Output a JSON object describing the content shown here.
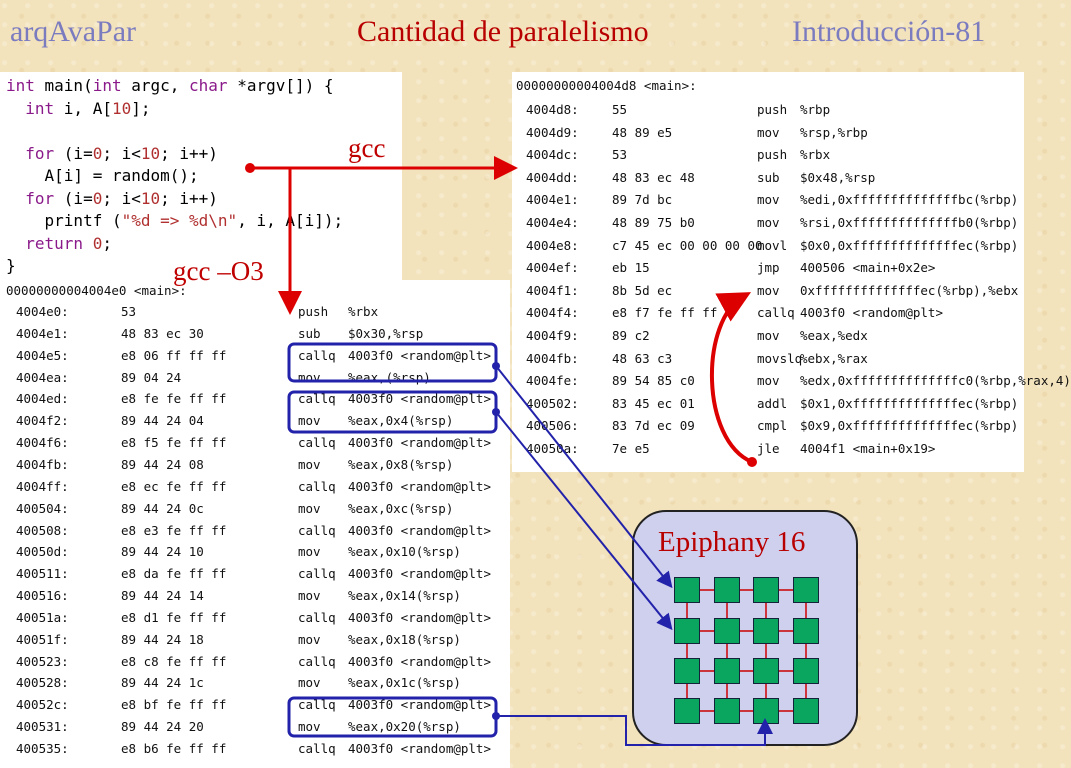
{
  "header": {
    "left": "arqAvaPar",
    "center": "Cantidad de paralelismo",
    "right": "Introducción-81"
  },
  "source_code": [
    [
      [
        "int ",
        "kw"
      ],
      [
        "main(",
        ""
      ],
      [
        "int ",
        "kw"
      ],
      [
        "argc, ",
        ""
      ],
      [
        "char ",
        "kw"
      ],
      [
        "*argv[]) {",
        ""
      ]
    ],
    [
      [
        "  ",
        ""
      ],
      [
        "int ",
        "kw"
      ],
      [
        "i, A[",
        ""
      ],
      [
        "10",
        "num"
      ],
      [
        "];",
        ""
      ]
    ],
    [
      [
        "",
        ""
      ]
    ],
    [
      [
        "  ",
        ""
      ],
      [
        "for ",
        "kw"
      ],
      [
        "(i=",
        ""
      ],
      [
        "0",
        "num"
      ],
      [
        "; i<",
        ""
      ],
      [
        "10",
        "num"
      ],
      [
        "; i++)",
        ""
      ]
    ],
    [
      [
        "    A[i] = random();",
        ""
      ]
    ],
    [
      [
        "  ",
        ""
      ],
      [
        "for ",
        "kw"
      ],
      [
        "(i=",
        ""
      ],
      [
        "0",
        "num"
      ],
      [
        "; i<",
        ""
      ],
      [
        "10",
        "num"
      ],
      [
        "; i++)",
        ""
      ]
    ],
    [
      [
        "    printf (",
        ""
      ],
      [
        "\"%d => %d\\n\"",
        "num"
      ],
      [
        ", i, A[i]);",
        ""
      ]
    ],
    [
      [
        "  ",
        ""
      ],
      [
        "return ",
        "kw"
      ],
      [
        "0",
        "num"
      ],
      [
        ";",
        ""
      ]
    ],
    [
      [
        "}",
        ""
      ]
    ]
  ],
  "labels": {
    "gcc": "gcc",
    "gcc_o3": "gcc –O3",
    "epiphany": "Epiphany 16"
  },
  "asm_o3": {
    "title": "00000000004004e0 <main>:",
    "rows": [
      [
        "4004e0:",
        "53",
        "push",
        "%rbx"
      ],
      [
        "4004e1:",
        "48 83 ec 30",
        "sub",
        "$0x30,%rsp"
      ],
      [
        "4004e5:",
        "e8 06 ff ff ff",
        "callq",
        "4003f0 <random@plt>"
      ],
      [
        "4004ea:",
        "89 04 24",
        "mov",
        "%eax,(%rsp)"
      ],
      [
        "4004ed:",
        "e8 fe fe ff ff",
        "callq",
        "4003f0 <random@plt>"
      ],
      [
        "4004f2:",
        "89 44 24 04",
        "mov",
        "%eax,0x4(%rsp)"
      ],
      [
        "4004f6:",
        "e8 f5 fe ff ff",
        "callq",
        "4003f0 <random@plt>"
      ],
      [
        "4004fb:",
        "89 44 24 08",
        "mov",
        "%eax,0x8(%rsp)"
      ],
      [
        "4004ff:",
        "e8 ec fe ff ff",
        "callq",
        "4003f0 <random@plt>"
      ],
      [
        "400504:",
        "89 44 24 0c",
        "mov",
        "%eax,0xc(%rsp)"
      ],
      [
        "400508:",
        "e8 e3 fe ff ff",
        "callq",
        "4003f0 <random@plt>"
      ],
      [
        "40050d:",
        "89 44 24 10",
        "mov",
        "%eax,0x10(%rsp)"
      ],
      [
        "400511:",
        "e8 da fe ff ff",
        "callq",
        "4003f0 <random@plt>"
      ],
      [
        "400516:",
        "89 44 24 14",
        "mov",
        "%eax,0x14(%rsp)"
      ],
      [
        "40051a:",
        "e8 d1 fe ff ff",
        "callq",
        "4003f0 <random@plt>"
      ],
      [
        "40051f:",
        "89 44 24 18",
        "mov",
        "%eax,0x18(%rsp)"
      ],
      [
        "400523:",
        "e8 c8 fe ff ff",
        "callq",
        "4003f0 <random@plt>"
      ],
      [
        "400528:",
        "89 44 24 1c",
        "mov",
        "%eax,0x1c(%rsp)"
      ],
      [
        "40052c:",
        "e8 bf fe ff ff",
        "callq",
        "4003f0 <random@plt>"
      ],
      [
        "400531:",
        "89 44 24 20",
        "mov",
        "%eax,0x20(%rsp)"
      ],
      [
        "400535:",
        "e8 b6 fe ff ff",
        "callq",
        "4003f0 <random@plt>"
      ]
    ]
  },
  "asm_gcc": {
    "title": "00000000004004d8 <main>:",
    "rows": [
      [
        "4004d8:",
        "55",
        "push",
        "%rbp"
      ],
      [
        "4004d9:",
        "48 89 e5",
        "mov",
        "%rsp,%rbp"
      ],
      [
        "4004dc:",
        "53",
        "push",
        "%rbx"
      ],
      [
        "4004dd:",
        "48 83 ec 48",
        "sub",
        "$0x48,%rsp"
      ],
      [
        "4004e1:",
        "89 7d bc",
        "mov",
        "%edi,0xffffffffffffffbc(%rbp)"
      ],
      [
        "4004e4:",
        "48 89 75 b0",
        "mov",
        "%rsi,0xffffffffffffffb0(%rbp)"
      ],
      [
        "4004e8:",
        "c7 45 ec 00 00 00 00",
        "movl",
        "$0x0,0xffffffffffffffec(%rbp)"
      ],
      [
        "4004ef:",
        "eb 15",
        "jmp",
        "400506 <main+0x2e>"
      ],
      [
        "4004f1:",
        "8b 5d ec",
        "mov",
        "0xffffffffffffffec(%rbp),%ebx"
      ],
      [
        "4004f4:",
        "e8 f7 fe ff ff",
        "callq",
        "4003f0 <random@plt>"
      ],
      [
        "4004f9:",
        "89 c2",
        "mov",
        "%eax,%edx"
      ],
      [
        "4004fb:",
        "48 63 c3",
        "movslq",
        "%ebx,%rax"
      ],
      [
        "4004fe:",
        "89 54 85 c0",
        "mov",
        "%edx,0xffffffffffffffc0(%rbp,%rax,4)"
      ],
      [
        "400502:",
        "83 45 ec 01",
        "addl",
        "$0x1,0xffffffffffffffec(%rbp)"
      ],
      [
        "400506:",
        "83 7d ec 09",
        "cmpl",
        "$0x9,0xffffffffffffffec(%rbp)"
      ],
      [
        "40050a:",
        "7e e5",
        "jle",
        "4004f1 <main+0x19>"
      ]
    ]
  },
  "colors": {
    "background": "#f3e3bc",
    "header_muted": "#7b7bc0",
    "header_title": "#b80000",
    "arrow_red": "#dd0000",
    "highlight_blue": "#2222aa",
    "node_green": "#0aa55f",
    "mesh_red": "#cc0000",
    "chip_fill": "#cfcfee"
  }
}
